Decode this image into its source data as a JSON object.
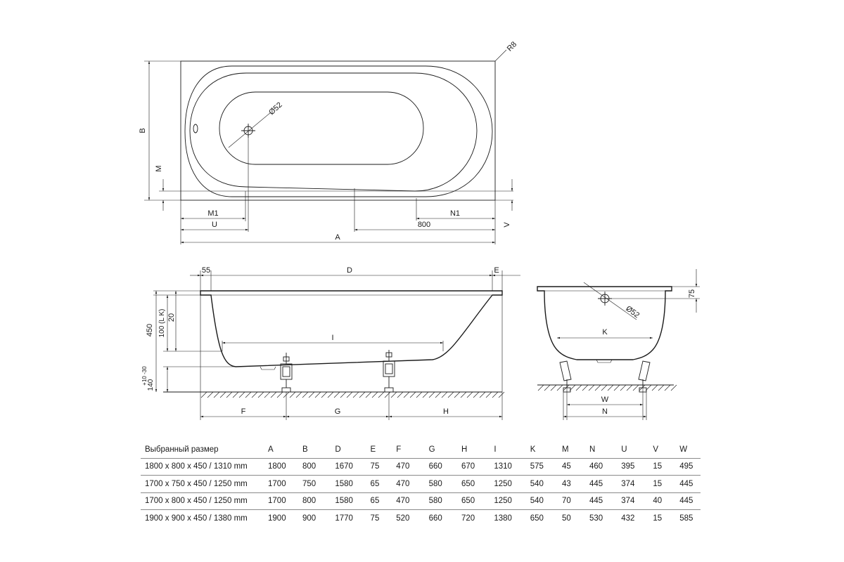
{
  "drawing": {
    "labels": {
      "r8": "R8",
      "d52_top": "Ø52",
      "b": "B",
      "m": "M",
      "m1": "M1",
      "u": "U",
      "n1": "N1",
      "dim800": "800",
      "v": "V",
      "a": "A",
      "d55": "55",
      "d": "D",
      "e": "E",
      "d450": "450",
      "d100lk": "100 (L K)",
      "d20": "20",
      "i": "I",
      "d140": "140",
      "tol": "+10 -30",
      "f": "F",
      "g": "G",
      "h": "H",
      "d75": "75",
      "d52_side": "Ø52",
      "k": "K",
      "w": "W",
      "n": "N"
    }
  },
  "table": {
    "headers": [
      "Выбранный размер",
      "A",
      "B",
      "D",
      "E",
      "F",
      "G",
      "H",
      "I",
      "K",
      "M",
      "N",
      "U",
      "V",
      "W"
    ],
    "rows": [
      [
        "1800 x 800 x 450 / 1310 mm",
        "1800",
        "800",
        "1670",
        "75",
        "470",
        "660",
        "670",
        "1310",
        "575",
        "45",
        "460",
        "395",
        "15",
        "495"
      ],
      [
        "1700 x 750 x 450 / 1250 mm",
        "1700",
        "750",
        "1580",
        "65",
        "470",
        "580",
        "650",
        "1250",
        "540",
        "43",
        "445",
        "374",
        "15",
        "445"
      ],
      [
        "1700 x 800 x 450 / 1250 mm",
        "1700",
        "800",
        "1580",
        "65",
        "470",
        "580",
        "650",
        "1250",
        "540",
        "70",
        "445",
        "374",
        "40",
        "445"
      ],
      [
        "1900 x 900 x 450 / 1380 mm",
        "1900",
        "900",
        "1770",
        "75",
        "520",
        "660",
        "720",
        "1380",
        "650",
        "50",
        "530",
        "432",
        "15",
        "585"
      ]
    ]
  }
}
